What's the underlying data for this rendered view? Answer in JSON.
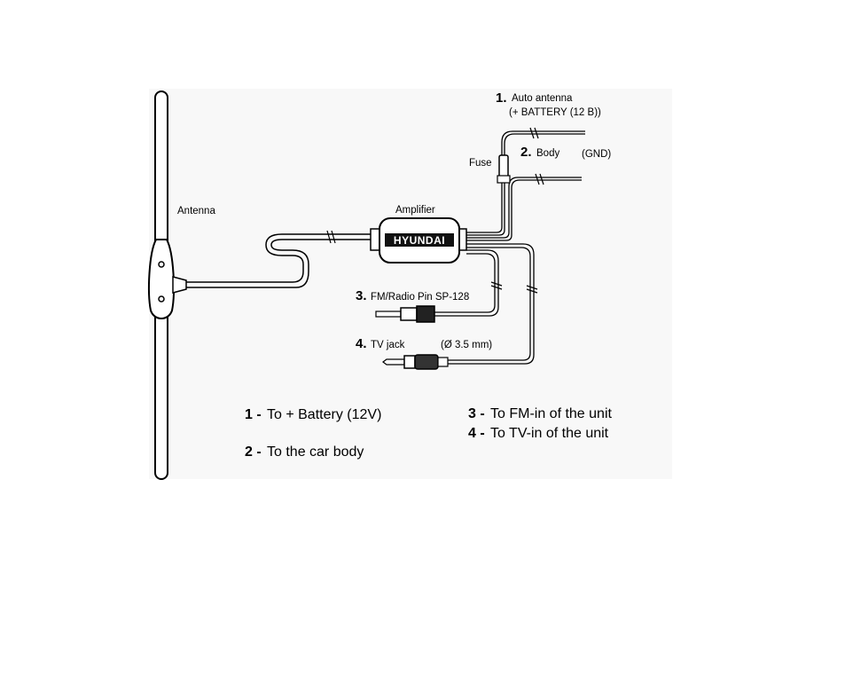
{
  "labels": {
    "antenna": "Antenna",
    "amplifier": "Amplifier",
    "brand": "HYUNDAI",
    "fuse": "Fuse",
    "auto_antenna_num": "1.",
    "auto_antenna": "Auto antenna",
    "battery_note": "(+ BATTERY (12 B))",
    "body_num": "2.",
    "body": "Body",
    "gnd": "(GND)",
    "fm_num": "3.",
    "fm_pin": "FM/Radio Pin SP-128",
    "tv_num": "4.",
    "tv_jack": "TV jack",
    "tv_size": "(Ø 3.5 mm)"
  },
  "legend": [
    {
      "num": "1 -",
      "text": "To + Battery (12V)"
    },
    {
      "num": "2 -",
      "text": "To the car body"
    },
    {
      "num": "3 -",
      "text": "To FM-in of the unit"
    },
    {
      "num": "4 -",
      "text": "To TV-in of the unit"
    }
  ],
  "colors": {
    "ink": "#000000",
    "panel": "#f7f7f7",
    "metal": "#cfcfcf",
    "dark": "#222222"
  }
}
